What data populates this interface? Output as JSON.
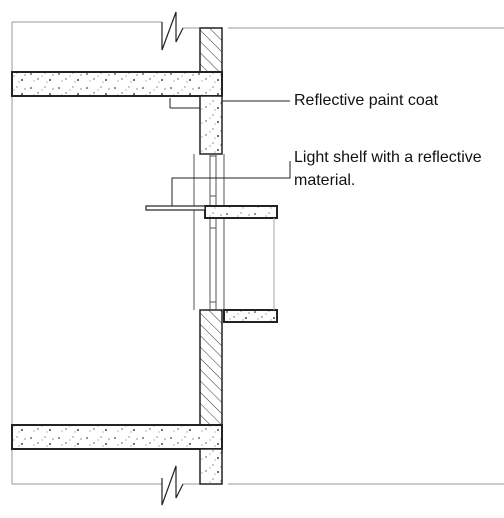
{
  "diagram": {
    "type": "architectural-section",
    "subject": "facade section with light shelf",
    "labels": {
      "paint_coat": "Reflective paint coat",
      "light_shelf_line1": "Light shelf with a reflective",
      "light_shelf_line2": "material."
    },
    "colors": {
      "line": "#222222",
      "concrete_fill": "#ffffff",
      "hatch": "#333333",
      "thin_line": "#999999"
    }
  }
}
